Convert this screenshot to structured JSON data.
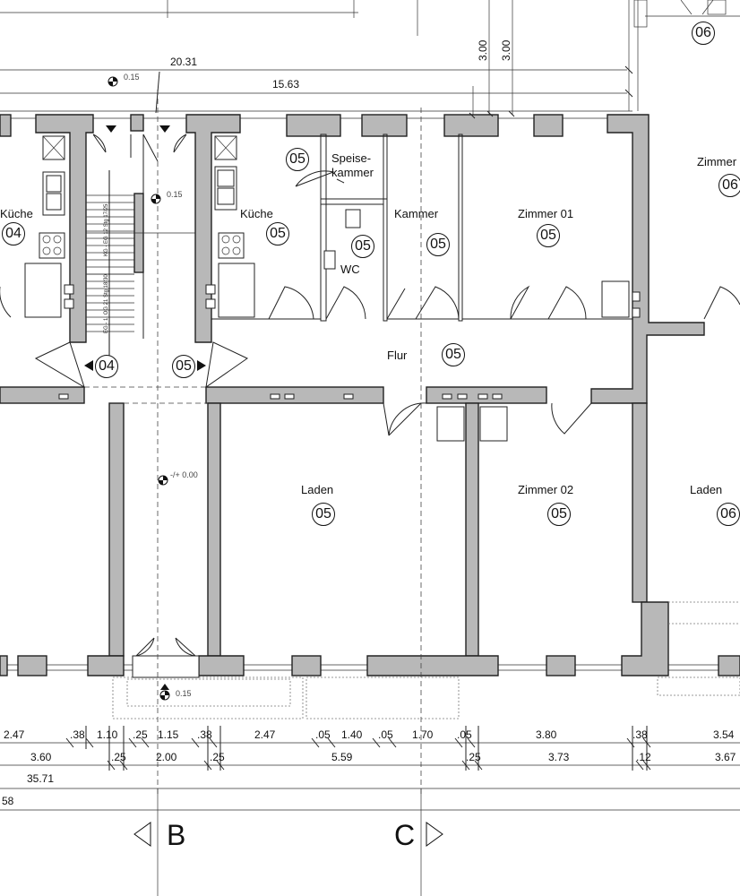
{
  "rooms": {
    "kueche_left": "Küche",
    "kueche": "Küche",
    "speisekammer_line1": "Speise-",
    "speisekammer_line2": "kammer",
    "wc": "WC",
    "kammer": "Kammer",
    "zimmer01": "Zimmer 01",
    "zimmer_right": "Zimmer",
    "flur": "Flur",
    "laden": "Laden",
    "zimmer02": "Zimmer 02",
    "laden_right": "Laden"
  },
  "units": {
    "u04": "04",
    "u05": "05",
    "u06": "06"
  },
  "levels": {
    "l015": "0.15",
    "l000": "-/+ 0.00"
  },
  "stairs": {
    "upper": "KG - EG  12 Stg 17/25",
    "lower": "EG - 1. OG  21 Stg 18/30"
  },
  "top_dims": {
    "d2031": "20.31",
    "d1563": "15.63",
    "d300a": "3.00",
    "d300b": "3.00"
  },
  "bottom_row1": [
    "2.47",
    ".38",
    "1.10",
    ".25",
    "1.15",
    ".38",
    "2.47",
    ".05",
    "1.40",
    ".05",
    "1.70",
    ".05",
    "3.80",
    ".38",
    "3.54"
  ],
  "bottom_row2": [
    "3.60",
    ".25",
    "2.00",
    ".25",
    "5.59",
    ".25",
    "3.73",
    ".12",
    "3.67"
  ],
  "bottom_row3": "35.71",
  "bottom_row4": "58",
  "axes": {
    "b": "B",
    "c": "C"
  }
}
